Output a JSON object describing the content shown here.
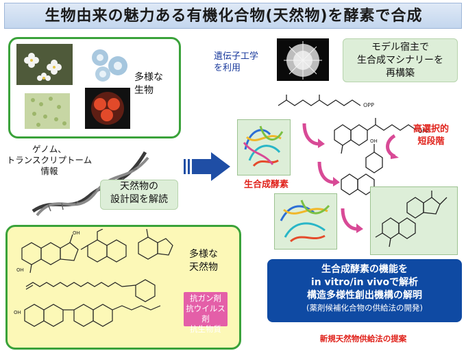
{
  "title": "生物由来の魅力ある有機化合物(天然物)を酵素で合成",
  "organisms_label": [
    "多様な",
    "生物"
  ],
  "genome_label": [
    "ゲノム、",
    "トランスクリプトーム",
    "情報"
  ],
  "decode_label": [
    "天然物の",
    "設計図を解読"
  ],
  "natural_products_label": [
    "多様な",
    "天然物"
  ],
  "activities": [
    "抗ガン剤",
    "抗ウイルス剤",
    "抗生物質"
  ],
  "genetic_eng_label": [
    "遺伝子工学",
    "を利用"
  ],
  "host_label": [
    "モデル宿主で",
    "生合成マシナリーを",
    "再構築"
  ],
  "selective_label": [
    "高選択的",
    "短段階"
  ],
  "enzyme_label": "生合成酵素",
  "opp": "OPP",
  "oh": "OH",
  "analysis_box": [
    "生合成酵素の機能を",
    "in vitro/in vivoで解析",
    "構造多様性創出機構の解明",
    "(薬剤候補化合物の供給法の開発)"
  ],
  "proposal": "新規天然物供給法の提案",
  "colors": {
    "green_border": "#3aa23a",
    "red_text": "#e0221b",
    "blue_box": "#0f4aa3",
    "pink_box": "#e45fa8",
    "label_blue": "#1a3a9c"
  }
}
